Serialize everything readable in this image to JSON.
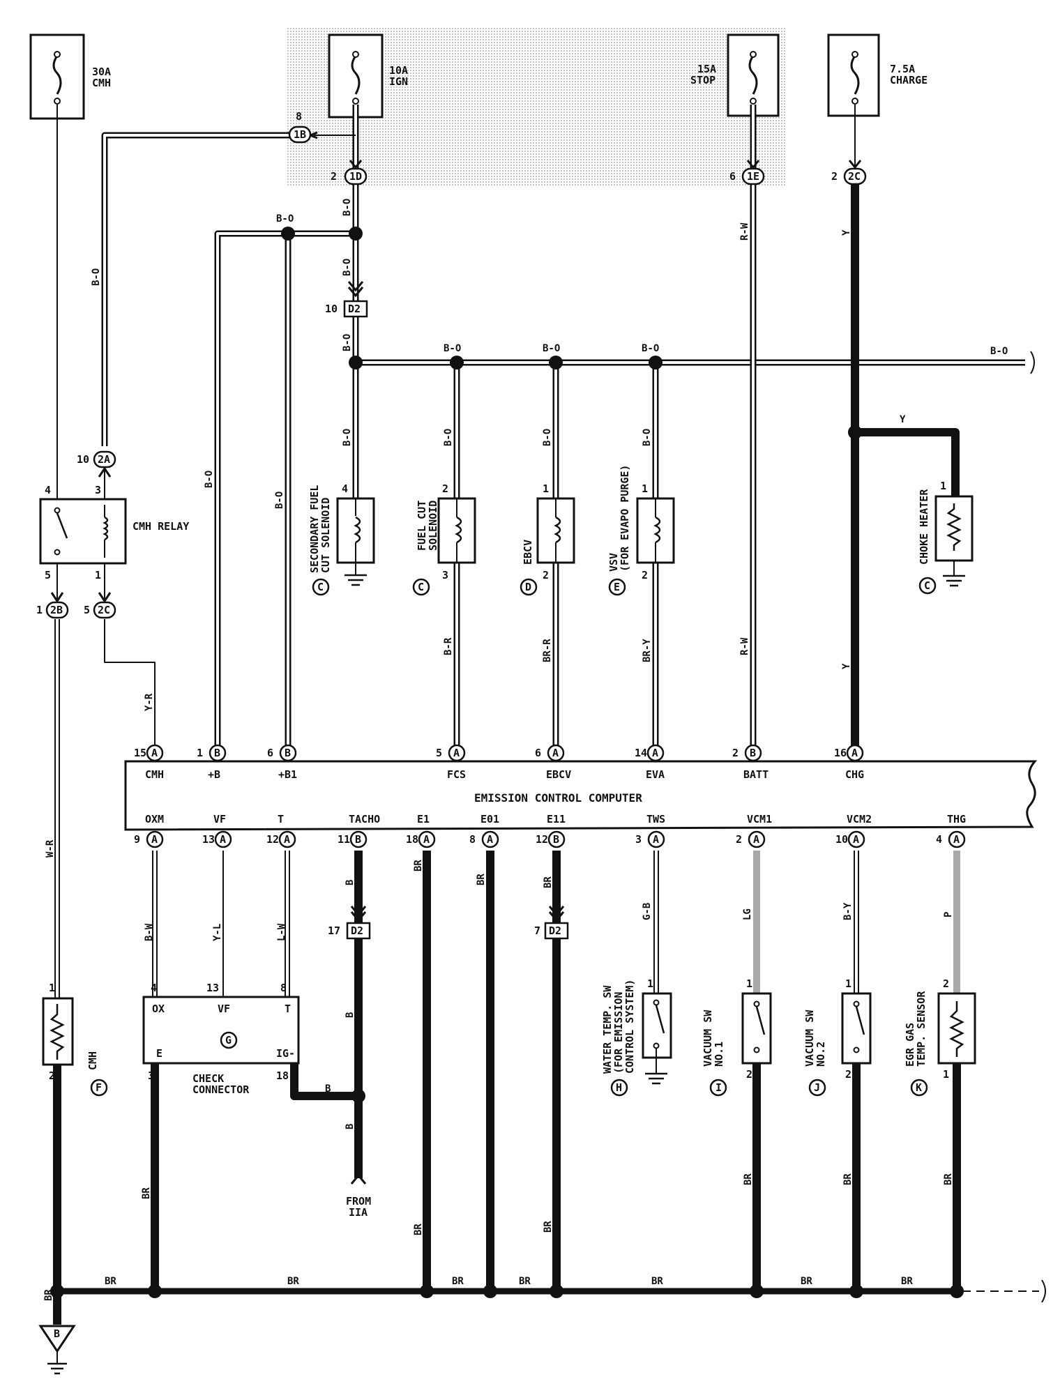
{
  "fuses": [
    {
      "id": "fuse-cmh",
      "amp": "30A",
      "name": "CMH"
    },
    {
      "id": "fuse-ign",
      "amp": "10A",
      "name": "IGN"
    },
    {
      "id": "fuse-stop",
      "amp": "15A",
      "name": "STOP"
    },
    {
      "id": "fuse-charge",
      "amp": "7.5A",
      "name": "CHARGE"
    }
  ],
  "connectors": {
    "c1b": "1B",
    "c1d": "1D",
    "c1e": "1E",
    "c2c_top": "2C",
    "c2a": "2A",
    "c2b": "2B",
    "c2c_relay": "2C",
    "d2_top": "D2",
    "d2_tacho": "D2",
    "d2_e11": "D2"
  },
  "pins": {
    "p_1b": "8",
    "p_1d": "2",
    "p_1e": "6",
    "p_2c_top": "2",
    "p_d2_top": "10",
    "p_2a": "10",
    "relay_4": "4",
    "relay_3": "3",
    "relay_5": "5",
    "relay_1": "1",
    "p_2b": "1",
    "p_2c_relay": "5",
    "sfc_4": "4",
    "fcs_2": "2",
    "fcs_3": "3",
    "ebcv_1": "1",
    "ebcv_2": "2",
    "vsv_1": "1",
    "vsv_2": "2",
    "choke_1": "1",
    "d2_tacho": "17",
    "d2_e11": "7",
    "chk_4": "4",
    "chk_13": "13",
    "chk_8": "8",
    "chk_3": "3",
    "chk_18": "18",
    "cmh_1": "1",
    "cmh_2": "2",
    "wt_1": "1",
    "v1_1": "1",
    "v1_2": "2",
    "v2_1": "1",
    "v2_2": "2",
    "egr_2": "2",
    "egr_1": "1"
  },
  "relay": {
    "name": "CMH RELAY"
  },
  "ecu": {
    "name": "EMISSION CONTROL COMPUTER",
    "top_terminals": [
      {
        "num": "15",
        "conn": "A",
        "label": "CMH"
      },
      {
        "num": "1",
        "conn": "B",
        "label": "+B"
      },
      {
        "num": "6",
        "conn": "B",
        "label": "+B1"
      },
      {
        "num": "5",
        "conn": "A",
        "label": "FCS"
      },
      {
        "num": "6",
        "conn": "A",
        "label": "EBCV"
      },
      {
        "num": "14",
        "conn": "A",
        "label": "EVA"
      },
      {
        "num": "2",
        "conn": "B",
        "label": "BATT"
      },
      {
        "num": "16",
        "conn": "A",
        "label": "CHG"
      }
    ],
    "bottom_terminals": [
      {
        "num": "9",
        "conn": "A",
        "label": "OXM"
      },
      {
        "num": "13",
        "conn": "A",
        "label": "VF"
      },
      {
        "num": "12",
        "conn": "A",
        "label": "T"
      },
      {
        "num": "11",
        "conn": "B",
        "label": "TACHO"
      },
      {
        "num": "18",
        "conn": "A",
        "label": "E1"
      },
      {
        "num": "8",
        "conn": "A",
        "label": "E01"
      },
      {
        "num": "12",
        "conn": "B",
        "label": "E11"
      },
      {
        "num": "3",
        "conn": "A",
        "label": "TWS"
      },
      {
        "num": "2",
        "conn": "A",
        "label": "VCM1"
      },
      {
        "num": "10",
        "conn": "A",
        "label": "VCM2"
      },
      {
        "num": "4",
        "conn": "A",
        "label": "THG"
      }
    ]
  },
  "components": {
    "sfc": {
      "line1": "SECONDARY FUEL",
      "line2": "CUT SOLENOID",
      "letter": "C"
    },
    "fcs": {
      "line1": "FUEL CUT",
      "line2": "SOLENOID",
      "letter": "C"
    },
    "ebcv": {
      "line1": "EBCV",
      "letter": "D"
    },
    "vsv": {
      "line1": "VSV",
      "line2": "(FOR EVAPO PURGE)",
      "letter": "E"
    },
    "choke": {
      "line1": "CHOKE HEATER",
      "letter": "C"
    },
    "cmh": {
      "line1": "CMH",
      "letter": "F"
    },
    "check": {
      "line1": "CHECK",
      "line2": "CONNECTOR",
      "letter": "G",
      "ox": "OX",
      "vf": "VF",
      "t": "T",
      "e": "E",
      "ig": "IG-"
    },
    "water": {
      "line1": "WATER TEMP. SW",
      "line2": "(FOR EMISSION",
      "line3": "CONTROL SYSTEM)",
      "letter": "H"
    },
    "vac1": {
      "line1": "VACUUM SW",
      "line2": "NO.1",
      "letter": "I"
    },
    "vac2": {
      "line1": "VACUUM SW",
      "line2": "NO.2",
      "letter": "J"
    },
    "egr": {
      "line1": "EGR GAS",
      "line2": "TEMP. SENSOR",
      "letter": "K"
    },
    "ground_b": {
      "letter": "B"
    },
    "from": {
      "line1": "FROM",
      "line2": "IIA"
    }
  },
  "wires": {
    "bo": "B-O",
    "rw": "R-W",
    "y": "Y",
    "br_r": "B-R",
    "brr": "BR-R",
    "bry": "BR-Y",
    "yr": "Y-R",
    "wr": "W-R",
    "bw": "B-W",
    "yl": "Y-L",
    "lw": "L-W",
    "b": "B",
    "br": "BR",
    "gb": "G-B",
    "lg": "LG",
    "by": "B-Y",
    "p": "P"
  },
  "colors": {
    "wire": "#1a1a1a",
    "wire_fill": "#ffffff",
    "lg_wire": "#a8a8a8",
    "shade": "#d9d9d9"
  }
}
